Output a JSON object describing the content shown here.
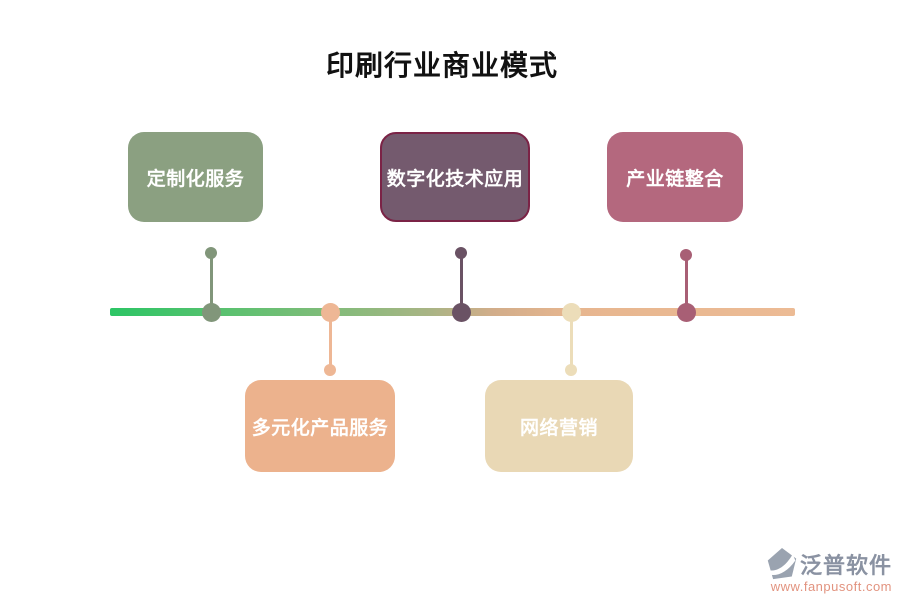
{
  "title": "印刷行业商业模式",
  "timeline": {
    "gradient": [
      "#2cc565 0%",
      "#5dc170 18%",
      "#8bba7c 36%",
      "#aab485 47%",
      "#d2ad8a 56%",
      "#e7b68f 68%",
      "#ecbb95 100%"
    ]
  },
  "nodes": [
    {
      "label": "定制化服务",
      "side": "top",
      "fill": "#8ba081",
      "accent": "#81967a",
      "border": "none"
    },
    {
      "label": "数字化技术应用",
      "side": "top",
      "fill": "#745a6e",
      "accent": "#6a5264",
      "border": "#7b2346"
    },
    {
      "label": "产业链整合",
      "side": "top",
      "fill": "#b4687e",
      "accent": "#a85f75",
      "border": "none"
    },
    {
      "label": "多元化产品服务",
      "side": "bottom",
      "fill": "#ecb28d",
      "accent": "#eeb795",
      "border": "none"
    },
    {
      "label": "网络营销",
      "side": "bottom",
      "fill": "#e9d8b5",
      "accent": "#ecddb9",
      "border": "none"
    }
  ],
  "watermark": {
    "brand": "泛普软件",
    "url": "www.fanpusoft.com",
    "brand_color": "#8a92a2",
    "url_color": "#e2937f",
    "logo_color": "#9aa3b0"
  }
}
